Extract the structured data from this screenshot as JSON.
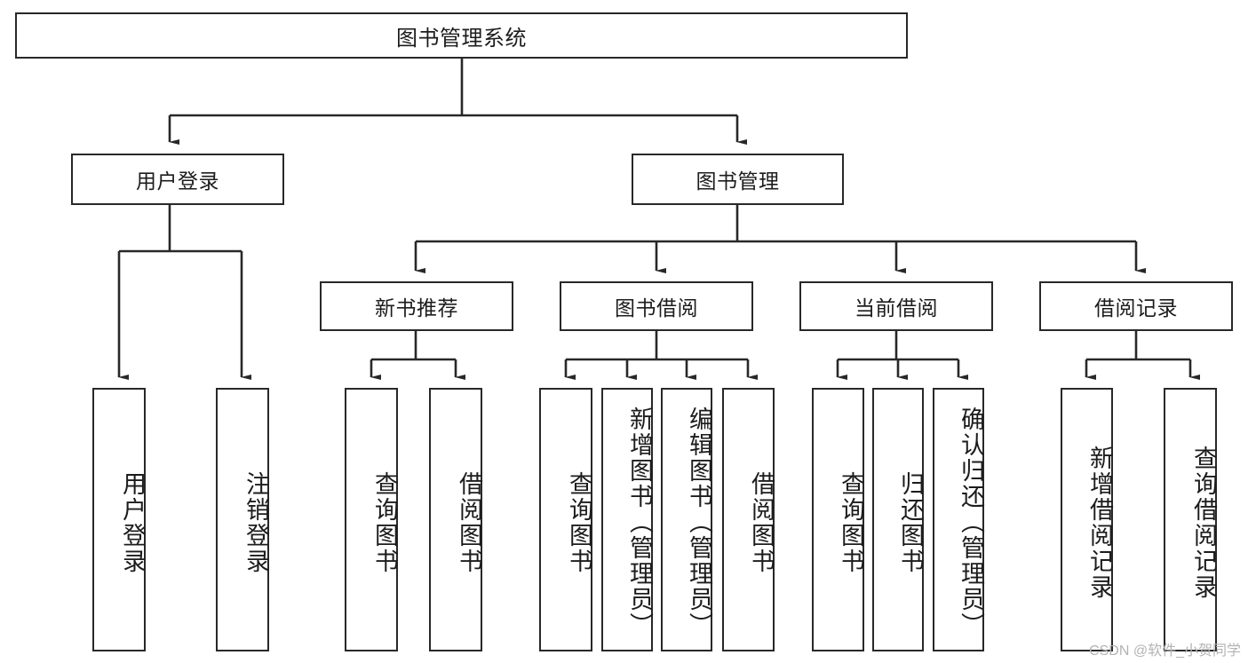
{
  "diagram": {
    "title": "图书管理系统",
    "type": "hierarchy-tree",
    "root": {
      "label": "图书管理系统"
    },
    "level2": [
      {
        "label": "用户登录"
      },
      {
        "label": "图书管理"
      }
    ],
    "level3": [
      {
        "label": "新书推荐"
      },
      {
        "label": "图书借阅"
      },
      {
        "label": "当前借阅"
      },
      {
        "label": "借阅记录"
      }
    ],
    "leaves": {
      "user_login": [
        {
          "label": "用户登录"
        },
        {
          "label": "注销登录"
        }
      ],
      "new_book_recommend": [
        {
          "label": "查询图书"
        },
        {
          "label": "借阅图书"
        }
      ],
      "book_borrow": [
        {
          "label": "查询图书"
        },
        {
          "label": "新增图书（管理员）"
        },
        {
          "label": "编辑图书（管理员）"
        },
        {
          "label": "借阅图书"
        }
      ],
      "current_borrow": [
        {
          "label": "查询图书"
        },
        {
          "label": "归还图书"
        },
        {
          "label": "确认归还（管理员）"
        }
      ],
      "borrow_record": [
        {
          "label": "新增借阅记录"
        },
        {
          "label": "查询借阅记录"
        }
      ]
    }
  },
  "watermark": {
    "text": "CSDN @软件_小贺同学"
  },
  "colors": {
    "stroke": "#282828",
    "background": "#ffffff",
    "text": "#1c1c1c",
    "watermark": "#b3b3b3"
  }
}
